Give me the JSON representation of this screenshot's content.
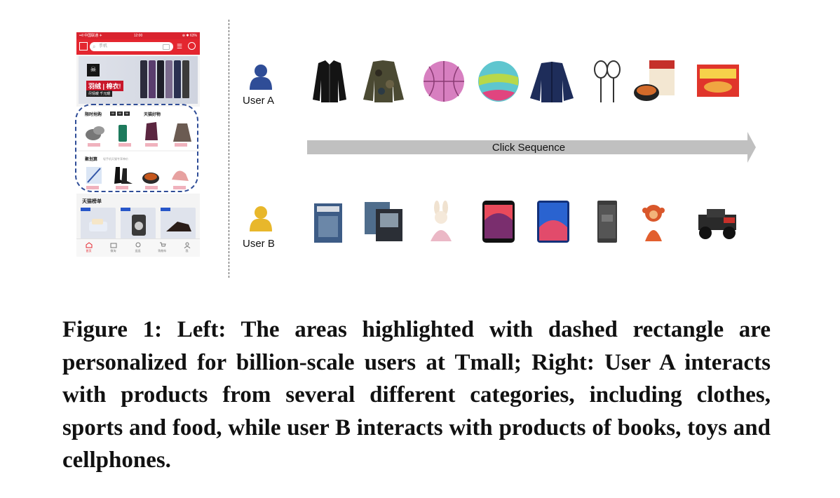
{
  "phone": {
    "status_left": "••ll 中国联通 ✈",
    "status_time": "12:00",
    "status_right": "⊕ ✱ 63%",
    "search_placeholder": "手机",
    "banner_title": "羽绒 | 棉衣!",
    "banner_sub": "尽情暖 千元暖",
    "section_flash": "限时抢购",
    "timer": [
      "00",
      "00",
      "56"
    ],
    "section_good": "天猫好物",
    "section_juhuasuan": "聚划算",
    "juhuasuan_note": "轻手机天猫专享神价",
    "section_rank": "天猫榜单",
    "tabs": [
      "首页",
      "微淘",
      "逛逛",
      "购物车",
      "我"
    ]
  },
  "users": {
    "a_label": "User A",
    "b_label": "User B"
  },
  "sequence_label": "Click Sequence",
  "user_a_items": [
    "jacket-icon",
    "camo-jacket-icon",
    "pink-basketball-icon",
    "color-ball-icon",
    "navy-jacket-icon",
    "badminton-racket-icon",
    "noodle-pack-icon",
    "snack-box-icon"
  ],
  "user_b_items": [
    "magazine-icon",
    "book-set-icon",
    "bunny-toy-icon",
    "iphone-icon",
    "android-phone-icon",
    "sony-phone-icon",
    "monkey-toy-icon",
    "lego-car-icon"
  ],
  "caption": "Figure 1: Left: The areas highlighted with dashed rectangle are personalized for billion-scale users at Tmall; Right: User A interacts with products from several different categories, including clothes, sports and food, while user B interacts with products of books, toys and cellphones."
}
